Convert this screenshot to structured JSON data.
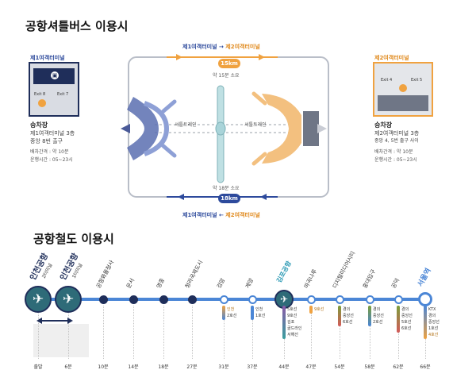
{
  "shuttle": {
    "title": "공항셔틀버스 이용시",
    "route_top": {
      "from": "제1여객터미널",
      "arrow": "→",
      "to": "제2여객터미널"
    },
    "route_bottom": {
      "from": "제1여객터미널",
      "arrow": "←",
      "to": "제2여객터미널"
    },
    "distance_top": "15km",
    "duration_top": "약 15분 소요",
    "distance_bottom": "18km",
    "duration_bottom": "약 18분 소요",
    "shuttle_lane_left": "셔틀트레인",
    "shuttle_lane_right": "셔틀트레인",
    "t1": {
      "map_title": "제1여객터미널",
      "exit_a": "Exit 8",
      "exit_b": "Exit 7",
      "stop_title": "승차장",
      "stop_line1": "제1여객터미널 3층",
      "stop_line2": "중앙 8번 출구",
      "interval": "배차간격 : 약 10분",
      "hours": "운행시간 : 05~23시"
    },
    "t2": {
      "map_title": "제2여객터미널",
      "exit_a": "Exit 4",
      "exit_b": "Exit 5",
      "stop_title": "승차장",
      "stop_line1": "제2여객터미널 3층",
      "stop_line2": "중앙 4, 5번 출구 사이",
      "interval": "배차간격 : 약 10분",
      "hours": "운행시간 : 05~23시"
    }
  },
  "rail": {
    "title": "공항철도 이용시",
    "stations": [
      {
        "name": "인천공항",
        "sub": "2터미널",
        "time": "출발",
        "type": "airport"
      },
      {
        "name": "인천공항",
        "sub": "1터미널",
        "time": "6분",
        "type": "airport"
      },
      {
        "name": "공항화물청사",
        "sub": "",
        "time": "10분",
        "type": "normal"
      },
      {
        "name": "운서",
        "sub": "",
        "time": "14분",
        "type": "normal"
      },
      {
        "name": "영종",
        "sub": "",
        "time": "18분",
        "type": "normal"
      },
      {
        "name": "청라국제도시",
        "sub": "",
        "time": "27분",
        "type": "normal"
      },
      {
        "name": "검암",
        "sub": "",
        "time": "31분",
        "type": "transfer"
      },
      {
        "name": "계양",
        "sub": "",
        "time": "37분",
        "type": "transfer"
      },
      {
        "name": "김포공항",
        "sub": "",
        "time": "44분",
        "type": "airport-small"
      },
      {
        "name": "마곡나루",
        "sub": "",
        "time": "47분",
        "type": "transfer"
      },
      {
        "name": "디지털미디어시티",
        "sub": "",
        "time": "54분",
        "type": "transfer"
      },
      {
        "name": "홍대입구",
        "sub": "",
        "time": "58분",
        "type": "transfer"
      },
      {
        "name": "공덕",
        "sub": "",
        "time": "62분",
        "type": "transfer"
      },
      {
        "name": "서울역",
        "sub": "",
        "time": "66분",
        "type": "terminal"
      }
    ],
    "transfers": {
      "geomam": [
        "인천",
        "2호선"
      ],
      "gyeyang": [
        "인천",
        "1호선"
      ],
      "gimpo": [
        "5호선",
        "9호선",
        "김포",
        "골드라인",
        "서해선"
      ],
      "magok": [
        "9호선"
      ],
      "dmc": [
        "경의",
        "중앙선",
        "6호선"
      ],
      "hongdae": [
        "경의",
        "중앙선",
        "2호선"
      ],
      "gongdeok": [
        "경의",
        "중앙선",
        "5호선",
        "6호선"
      ],
      "seoul": [
        "KTX",
        "경의",
        "중앙선",
        "1호선",
        "4호선"
      ]
    }
  },
  "colors": {
    "navy": "#1f2e5a",
    "blue": "#2d4a9c",
    "orange": "#f0a240",
    "teal": "#2e6b78",
    "rail_line": "#4b86d6"
  }
}
